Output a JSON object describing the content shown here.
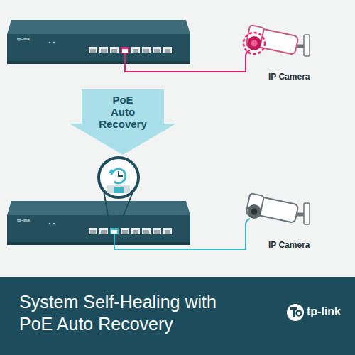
{
  "diagram": {
    "nodes": [
      {
        "text": [
          "tp-link"
        ]
      },
      {
        "text": [
          "IP Camera"
        ]
      },
      {
        "text": [
          "PoE Auto Recovery"
        ]
      },
      {
        "text": [
          "tp-link"
        ]
      },
      {
        "text": [
          "IP Camera"
        ]
      },
      {
        "text": [
          "System Self-Healing with PoE Auto Recovery",
          "tp-link"
        ]
      }
    ],
    "edges": [
      {
        "from": 0,
        "to": 1,
        "arrow": "none"
      },
      {
        "from": 3,
        "to": 4,
        "arrow": "none"
      }
    ]
  }
}
